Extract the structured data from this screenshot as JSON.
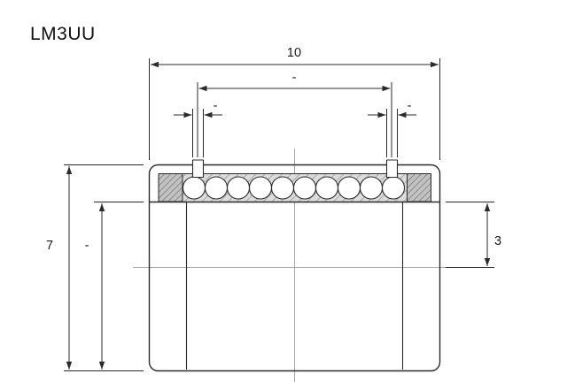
{
  "title": "LM3UU",
  "colors": {
    "background": "#ffffff",
    "line": "#2b2b2b",
    "text": "#1a1a1a",
    "centerline": "#a8a8a8",
    "hatch_light": "#9a9a9a",
    "hatch_dense": "#6e6e6e"
  },
  "dimensions": {
    "overall_length": {
      "label": "10"
    },
    "ring_span": {
      "label": "-"
    },
    "groove_left": {
      "label": "-"
    },
    "groove_right": {
      "label": "-"
    },
    "outer_diameter": {
      "label": "7"
    },
    "inner_left": {
      "label": "-"
    },
    "bore_diameter": {
      "label": "3"
    }
  }
}
